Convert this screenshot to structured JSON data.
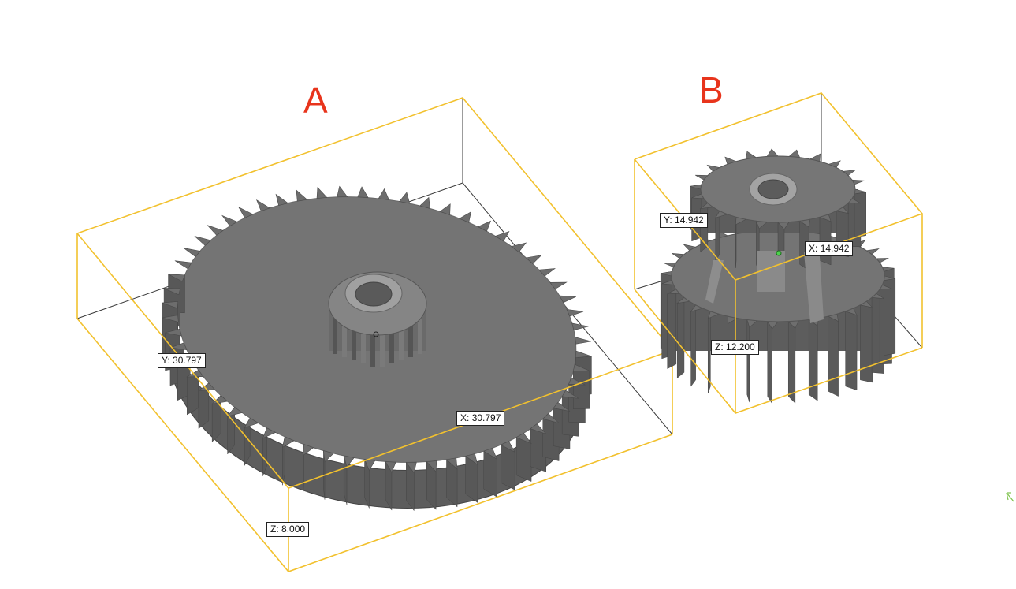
{
  "colors": {
    "background": "#ffffff",
    "bounding_box": "#f2c12e",
    "hidden_edge": "#3a3a3a",
    "gear_face": "#747474",
    "gear_tooth": "#5d5d5d",
    "gear_dark": "#4a4a4a",
    "label": "#e8341c",
    "triad": "#7cc24a"
  },
  "parts": [
    {
      "label": "A",
      "dimensions": [
        {
          "axis": "Y",
          "value": "30.797"
        },
        {
          "axis": "X",
          "value": "30.797"
        },
        {
          "axis": "Z",
          "value": "8.000"
        }
      ]
    },
    {
      "label": "B",
      "dimensions": [
        {
          "axis": "Y",
          "value": "14.942"
        },
        {
          "axis": "X",
          "value": "14.942"
        },
        {
          "axis": "Z",
          "value": "12.200"
        }
      ]
    }
  ],
  "icons": {
    "axis_triad": "axis-triad-icon",
    "part_origin": "part-origin-marker-icon"
  }
}
